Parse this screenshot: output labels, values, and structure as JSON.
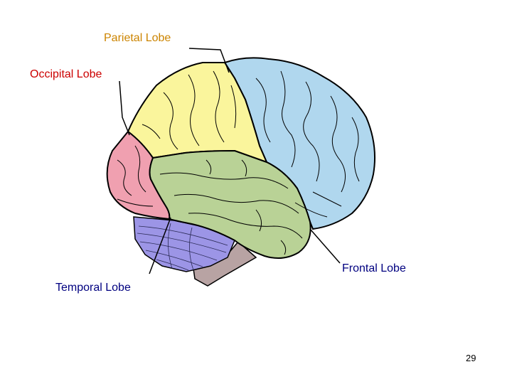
{
  "labels": {
    "parietal": {
      "text": "Parietal Lobe",
      "color": "#CC8400"
    },
    "occipital": {
      "text": "Occipital Lobe",
      "color": "#CC0000"
    },
    "frontal": {
      "text": "Frontal Lobe",
      "color": "#000080"
    },
    "temporal": {
      "text": "Temporal Lobe",
      "color": "#000080"
    }
  },
  "page_number": "29",
  "colors": {
    "frontal_lobe": "#B0D7EE",
    "parietal_lobe": "#FAF59C",
    "occipital_lobe": "#F0A0B0",
    "temporal_lobe": "#B9D296",
    "cerebellum": "#9C95E6",
    "brain_stem": "#B8A3A3",
    "outline": "#000000"
  }
}
